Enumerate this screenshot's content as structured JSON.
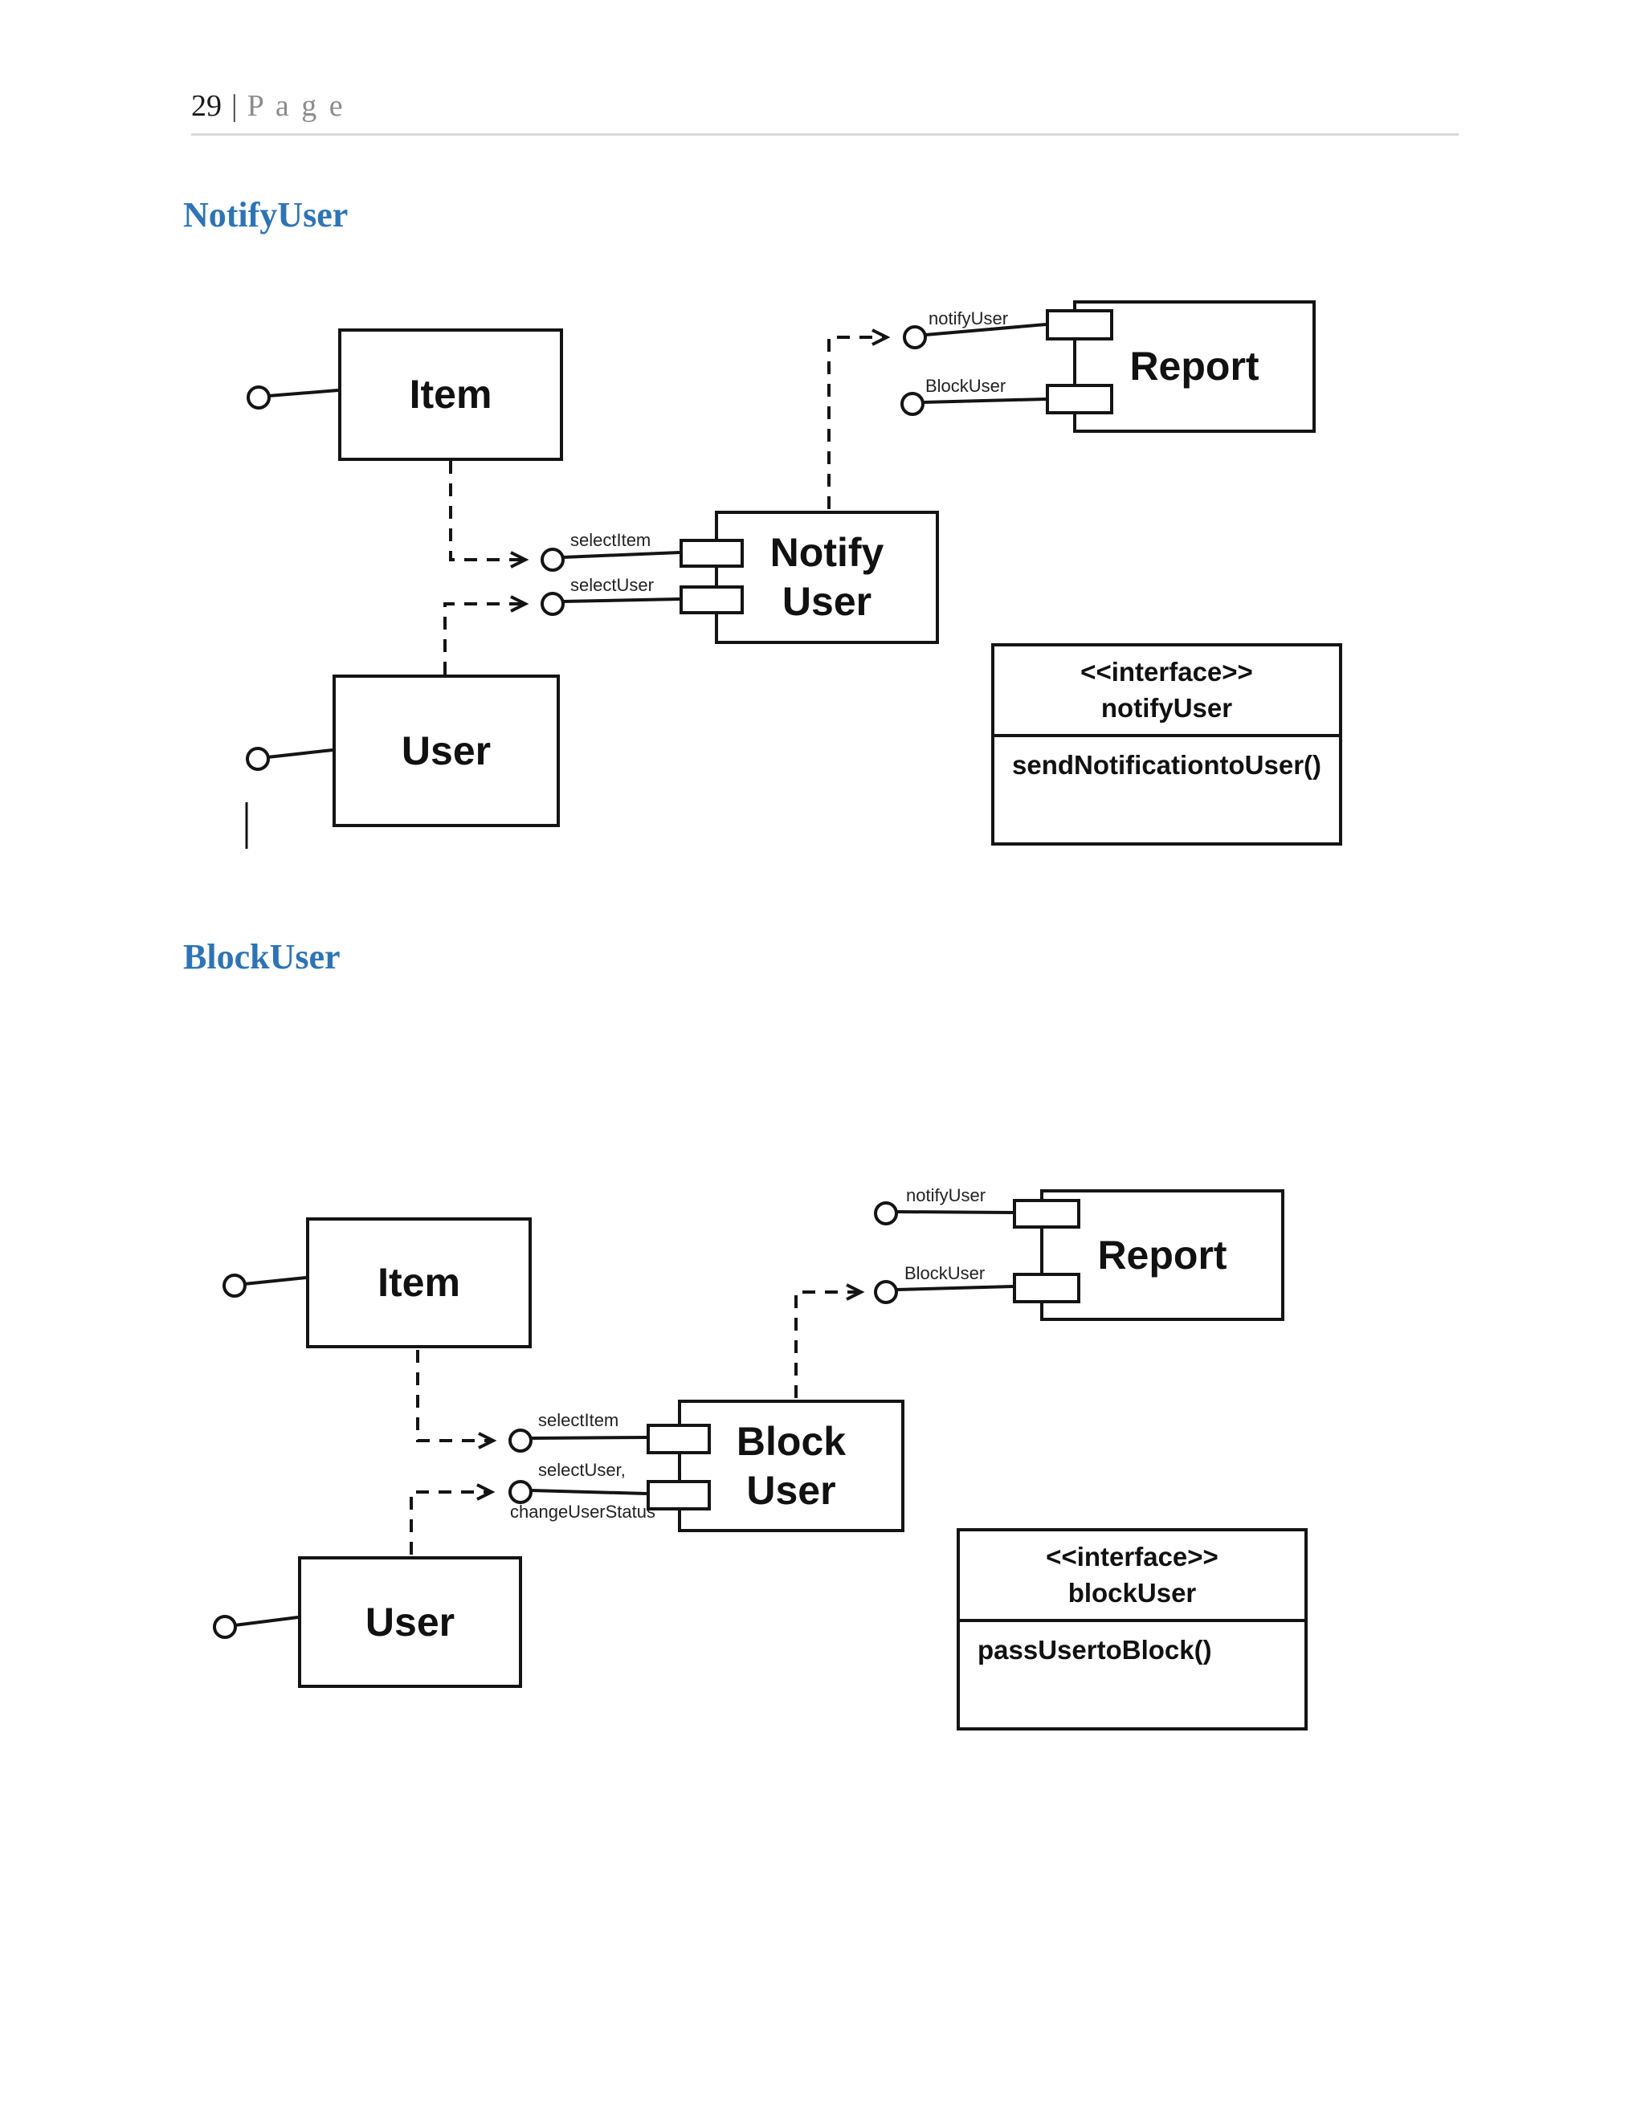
{
  "header": {
    "page_number": "29",
    "divider": "|",
    "page_label": "P a g e"
  },
  "colors": {
    "heading": "#2E74B5",
    "line": "#141414",
    "rule": "#d9d9d9"
  },
  "section1": {
    "heading": "NotifyUser",
    "diagram": {
      "item_box": "Item",
      "user_box": "User",
      "component_line1": "Notify",
      "component_line2": "User",
      "report_box": "Report",
      "lollipop_notify_user": "notifyUser",
      "lollipop_block_user": "BlockUser",
      "lollipop_select_item": "selectItem",
      "lollipop_select_user": "selectUser",
      "interface": {
        "stereotype": "<<interface>>",
        "name": "notifyUser",
        "method": "sendNotificationtoUser()"
      }
    }
  },
  "section2": {
    "heading": "BlockUser",
    "diagram": {
      "item_box": "Item",
      "user_box": "User",
      "component_line1": "Block",
      "component_line2": "User",
      "report_box": "Report",
      "lollipop_notify_user": "notifyUser",
      "lollipop_block_user": "BlockUser",
      "lollipop_select_item": "selectItem",
      "lollipop_select_user": "selectUser,",
      "lollipop_change_user_status": "changeUserStatus",
      "interface": {
        "stereotype": "<<interface>>",
        "name": "blockUser",
        "method": "passUsertoBlock()"
      }
    }
  }
}
